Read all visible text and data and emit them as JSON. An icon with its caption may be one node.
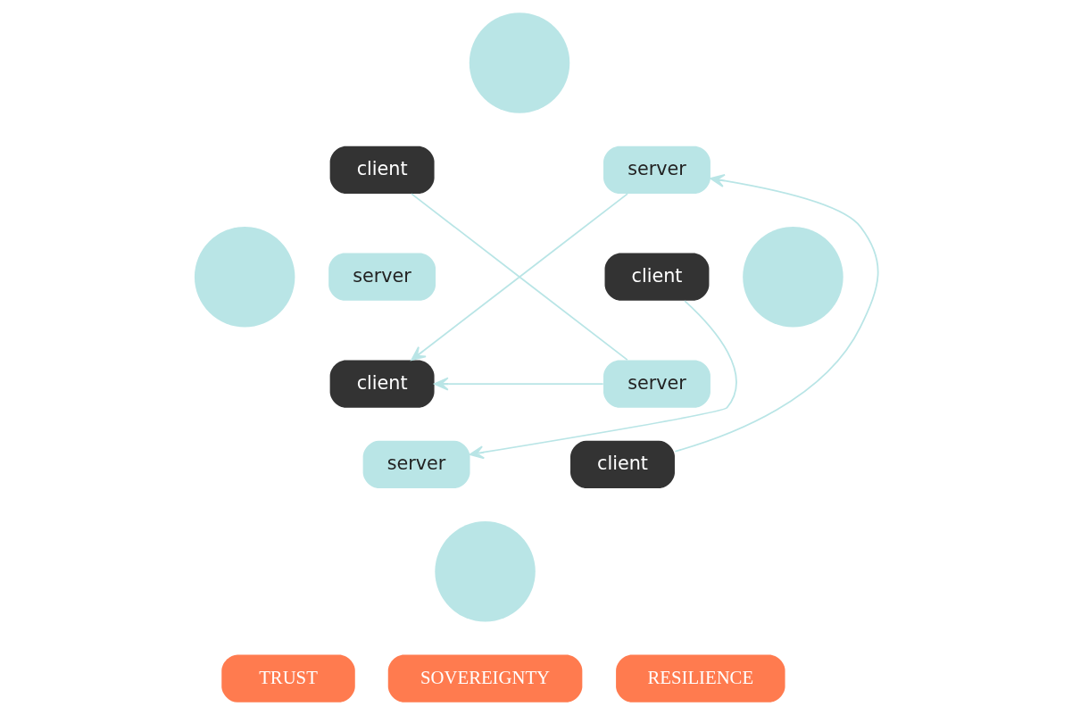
{
  "diagram": {
    "nodes": [
      {
        "text": [],
        "shape": "person"
      },
      {
        "text": [
          "client"
        ]
      },
      {
        "text": [
          "server"
        ]
      },
      {
        "text": [],
        "shape": "person"
      },
      {
        "text": [
          "server"
        ]
      },
      {
        "text": [
          "client"
        ]
      },
      {
        "text": [
          "client"
        ]
      },
      {
        "text": [
          "server"
        ]
      },
      {
        "text": [],
        "shape": "person"
      },
      {
        "text": [
          "server"
        ]
      },
      {
        "text": [
          "client"
        ]
      },
      {
        "text": [],
        "shape": "person"
      },
      {
        "text": [
          "TRUST"
        ]
      },
      {
        "text": [
          "SOVEREIGNTY"
        ]
      },
      {
        "text": [
          "RESILIENCE"
        ]
      }
    ],
    "edges": [
      {
        "from": 1,
        "to": 7,
        "arrow": "none"
      },
      {
        "from": 2,
        "to": 5,
        "arrow": "to"
      },
      {
        "from": 7,
        "to": 5,
        "arrow": "to"
      },
      {
        "from": 6,
        "to": 9,
        "arrow": "to"
      },
      {
        "from": 10,
        "to": 2,
        "arrow": "to"
      }
    ]
  }
}
